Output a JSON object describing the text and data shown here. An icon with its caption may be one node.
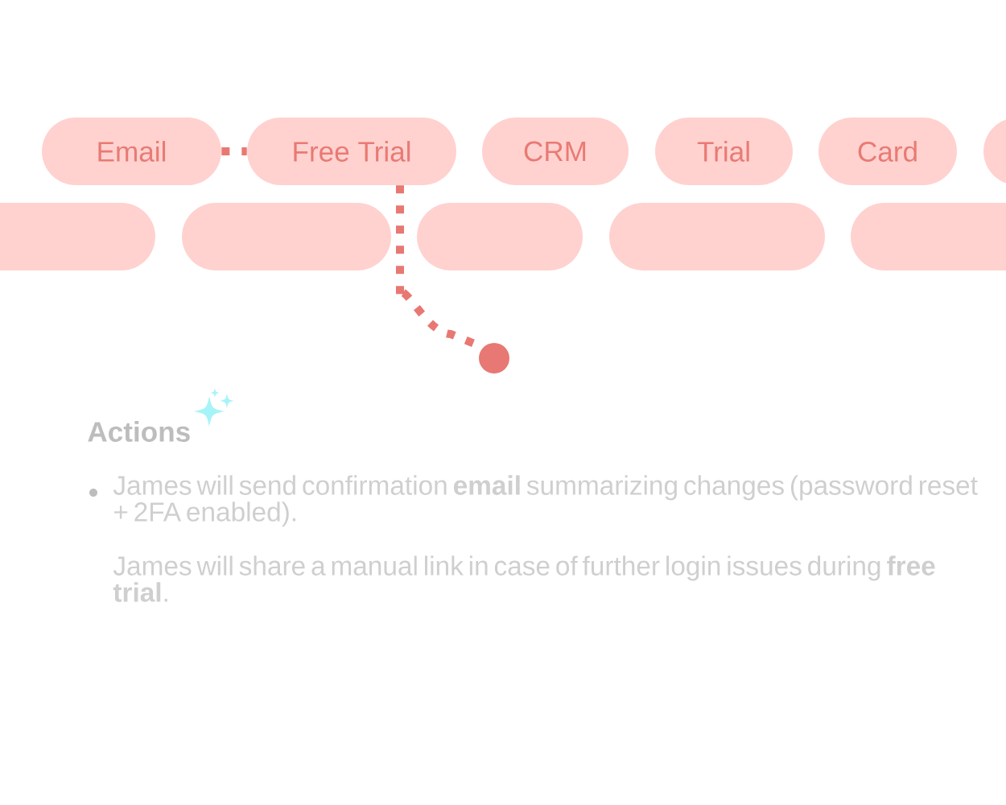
{
  "diagram": {
    "nodes": [
      {
        "text": [
          "Email"
        ]
      },
      {
        "text": [
          "Free Trial"
        ]
      },
      {
        "text": [
          "CRM"
        ]
      },
      {
        "text": [
          "Trial"
        ]
      },
      {
        "text": [
          "Card"
        ]
      },
      {
        "text": [],
        "shape": "box"
      },
      {
        "text": [],
        "shape": "box"
      },
      {
        "text": [],
        "shape": "box"
      },
      {
        "text": [],
        "shape": "box"
      },
      {
        "text": [],
        "shape": "box"
      },
      {
        "text": [],
        "shape": "box"
      },
      {
        "text": [],
        "shape": "circle"
      }
    ],
    "edges": [
      {
        "from": 0,
        "to": 1,
        "arrow": "none",
        "style": "dashed"
      },
      {
        "from": 1,
        "to": 11,
        "arrow": "none",
        "style": "dashed"
      }
    ],
    "labels": [
      "Actions",
      "James will send confirmation **email** summarizing changes (password reset + 2FA enabled).",
      "James will share a manual link in case of further login issues during **free trial**."
    ]
  }
}
